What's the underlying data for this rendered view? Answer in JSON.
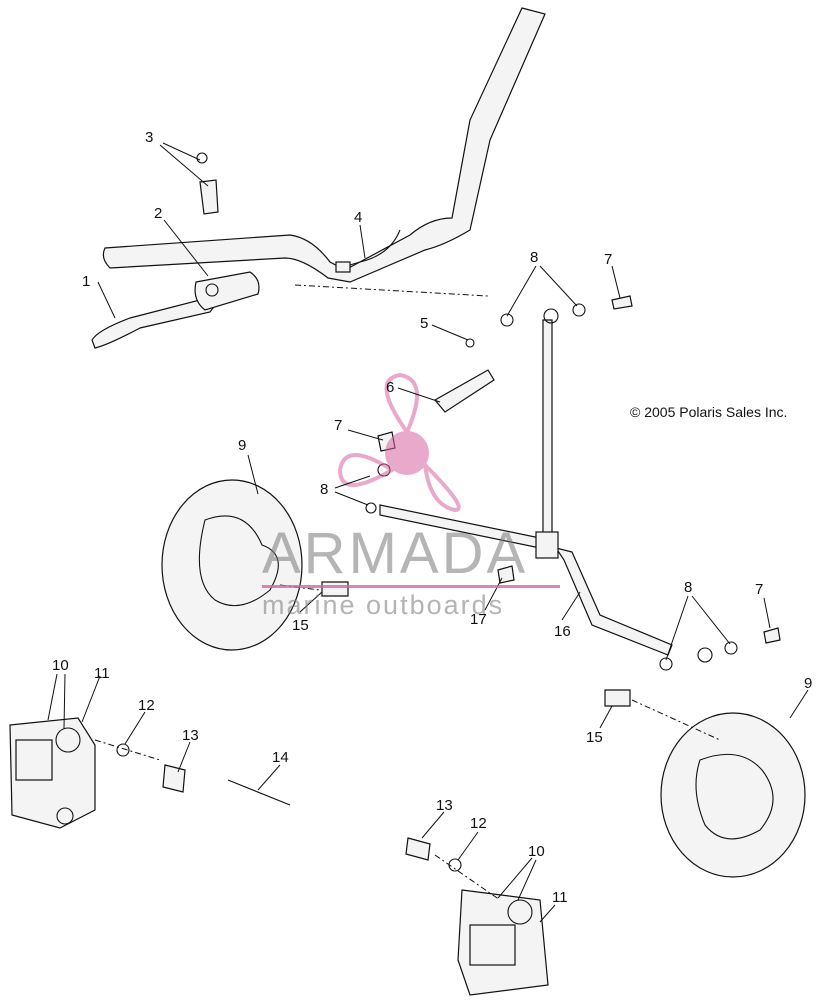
{
  "copyright": "© 2005 Polaris Sales Inc.",
  "watermark": {
    "name": "ARMADA",
    "tagline": "marine outboards",
    "color": "#d6649f"
  },
  "callouts": [
    "1",
    "2",
    "3",
    "4",
    "5",
    "6",
    "7",
    "7",
    "7",
    "8",
    "8",
    "8",
    "9",
    "9",
    "10",
    "10",
    "11",
    "11",
    "12",
    "12",
    "13",
    "13",
    "14",
    "15",
    "15",
    "16",
    "17"
  ]
}
